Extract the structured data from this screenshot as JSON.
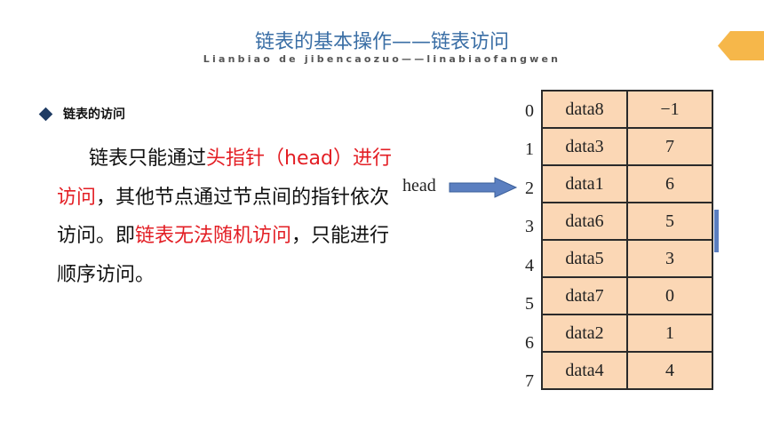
{
  "header": {
    "title": "链表的基本操作——链表访问",
    "subtitle": "Lianbiao de jibencaozuo——linabiaofangwen"
  },
  "section": {
    "label": "链表的访问"
  },
  "paragraph": {
    "seg1": "链表只能通过",
    "seg2_red": "头指针（head）进行访问",
    "seg3": "，其他节点通过节点间的指针依次访问。即",
    "seg4_red": "链表无法随机访问",
    "seg5": "，只能进行顺序访问。"
  },
  "diagram": {
    "head_label": "head",
    "head_points_to_index": 2,
    "rows": [
      {
        "index": "0",
        "data": "data8",
        "next": "−1"
      },
      {
        "index": "1",
        "data": "data3",
        "next": "7"
      },
      {
        "index": "2",
        "data": "data1",
        "next": "6"
      },
      {
        "index": "3",
        "data": "data6",
        "next": "5"
      },
      {
        "index": "4",
        "data": "data5",
        "next": "3"
      },
      {
        "index": "5",
        "data": "data7",
        "next": "0"
      },
      {
        "index": "6",
        "data": "data2",
        "next": "1"
      },
      {
        "index": "7",
        "data": "data4",
        "next": "4"
      }
    ]
  },
  "colors": {
    "title": "#3a6ea5",
    "highlight": "#e31e24",
    "cell_fill": "#fbd7b5",
    "arrow": "#5b7fc0",
    "corner_tab": "#f6b74a"
  }
}
